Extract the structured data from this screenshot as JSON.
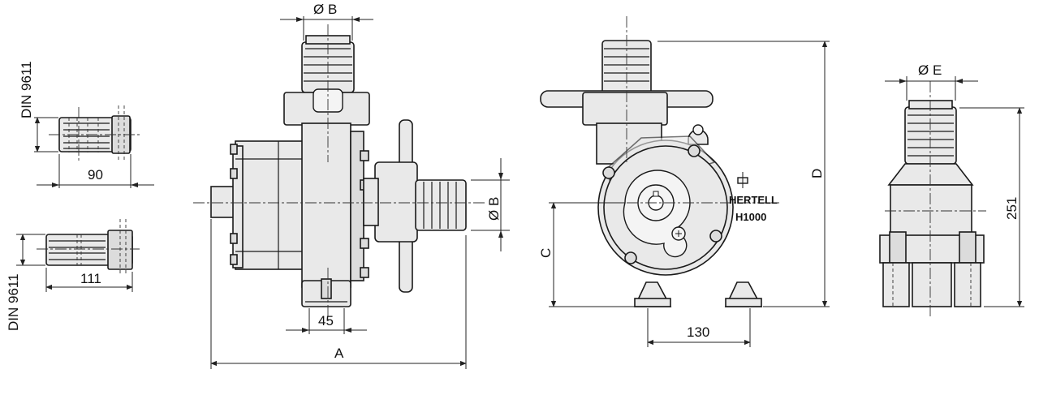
{
  "labels": {
    "din_top": "DIN 9611",
    "din_bottom": "DIN 9611",
    "dim_90": "90",
    "dim_111": "111",
    "dim_b_top": "Ø B",
    "dim_b_side": "Ø B",
    "dim_45": "45",
    "dim_a": "A",
    "dim_c": "C",
    "dim_d": "D",
    "dim_130": "130",
    "dim_e": "Ø E",
    "dim_251": "251"
  },
  "brand": {
    "name": "HERTELL",
    "model": "H1000"
  }
}
